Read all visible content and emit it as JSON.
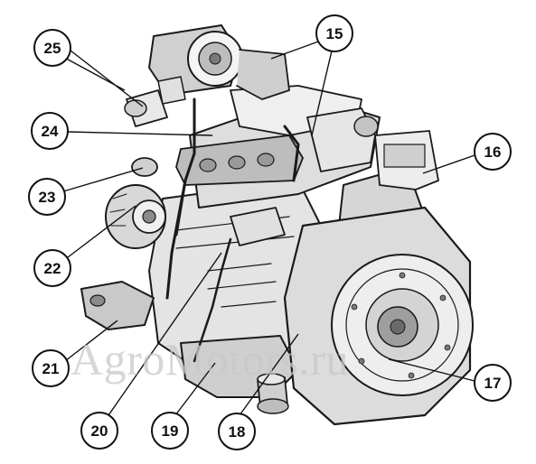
{
  "diagram": {
    "callouts": [
      {
        "id": "c25",
        "label": "25"
      },
      {
        "id": "c15",
        "label": "15"
      },
      {
        "id": "c24",
        "label": "24"
      },
      {
        "id": "c16",
        "label": "16"
      },
      {
        "id": "c23",
        "label": "23"
      },
      {
        "id": "c22",
        "label": "22"
      },
      {
        "id": "c21",
        "label": "21"
      },
      {
        "id": "c20",
        "label": "20"
      },
      {
        "id": "c19",
        "label": "19"
      },
      {
        "id": "c18",
        "label": "18"
      },
      {
        "id": "c17",
        "label": "17"
      }
    ]
  },
  "watermark": {
    "text": "AgroMotors.ru"
  },
  "colors": {
    "line": "#1a1a1a",
    "fill_light": "#f2f2f2",
    "fill_mid": "#d6d6d6",
    "fill_dark": "#a8a8a8",
    "watermark": "#c9c9c9"
  }
}
